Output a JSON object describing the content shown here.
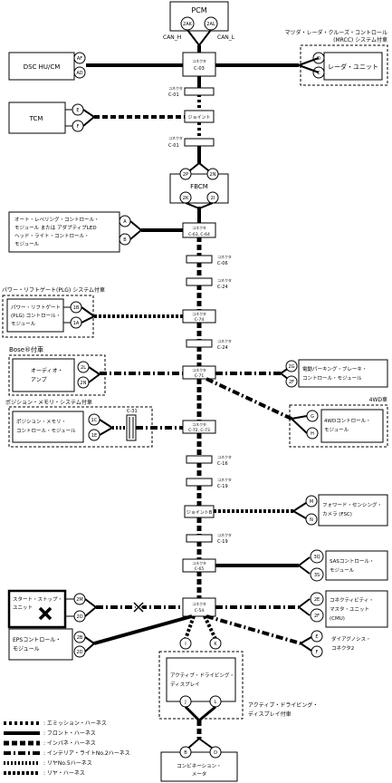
{
  "modules": {
    "pcm": "PCM",
    "dsc": "DSC HU/CM",
    "tcm": "TCM",
    "fbcm": "FBCM",
    "headlight": [
      "オート・レベリング・コントロール・",
      "モジュール または アダプティブLED",
      "ヘッド・ライト・コントロール・",
      "モジュール"
    ],
    "plg": [
      "パワー・リフトゲート",
      "(PLG) コントロール・",
      "モジュール"
    ],
    "audio": [
      "オーディオ・",
      "アンプ"
    ],
    "position": [
      "ポジション・メモリ・",
      "コントロール・モジュール"
    ],
    "start_stop": [
      "スタート・ストップ・",
      "ユニット"
    ],
    "eps": [
      "EPSコントロール・",
      "モジュール"
    ],
    "active_drive": [
      "アクティブ・ドライビング・",
      "ディスプレイ"
    ],
    "instrument": [
      "コンビネーション・",
      "メータ"
    ],
    "radar": "レーダ・ユニット",
    "epb": [
      "電動パーキング・ブレーキ・",
      "コントロール・モジュール"
    ],
    "fwd4": [
      "4WDコントロール・",
      "モジュール"
    ],
    "fsc": [
      "フォワード・センシング・",
      "カメラ (FSC)"
    ],
    "sas": [
      "SASコントロール・",
      "モジュール"
    ],
    "cmu": [
      "コネクティビティ・",
      "マスタ・ユニット",
      "(CMU)"
    ],
    "dlc": [
      "ダイアグノシス・",
      "コネクタ2"
    ]
  },
  "groups": {
    "mrcc": [
      "マツダ・レーダ・クルーズ・コントロール",
      "(MRCC) システム付車"
    ],
    "plg": "パワー・リフトゲート(PLG) システム付車",
    "bose": "Bose®付車",
    "position": "ポジション・メモリ・システム付車",
    "fwd4": "4WD車",
    "active_drive": [
      "アクティブ・ドライビング・",
      "ディスプレイ付車"
    ]
  },
  "pins": {
    "pcm": [
      "2AK",
      "2AL"
    ],
    "can_h": "CAN_H",
    "can_l": "CAN_L",
    "dsc": [
      "AF",
      "AD"
    ],
    "tcm": [
      "E",
      "F"
    ],
    "fbcm": [
      "2P",
      "2N",
      "2K",
      "2I"
    ],
    "headlight": [
      "A",
      "B"
    ],
    "plg": [
      "1B",
      "1A"
    ],
    "audio": [
      "2L",
      "2N"
    ],
    "position": [
      "1C",
      "1E"
    ],
    "start_stop": [
      "2M",
      "2O"
    ],
    "eps": [
      "2B",
      "2D"
    ],
    "active_drive": [
      "I",
      "K",
      "J",
      "L"
    ],
    "instrument": [
      "B",
      "D"
    ],
    "radar": [
      "D",
      "C"
    ],
    "epb": [
      "2G",
      "2F"
    ],
    "fwd4": [
      "G",
      "H"
    ],
    "fsc": [
      "M",
      "N"
    ],
    "sas": [
      "3Q",
      "3S"
    ],
    "cmu": [
      "2E",
      "2F"
    ],
    "dlc": [
      "E",
      "F"
    ]
  },
  "connectors": {
    "c03": [
      "コネクタ",
      "C-03"
    ],
    "c01a": [
      "コネクタ",
      "C-01"
    ],
    "jb_a": "ジョイント",
    "c01b": [
      "コネクタ",
      "C-01"
    ],
    "c63": [
      "コネクタ",
      "C-63, C-64"
    ],
    "c06": [
      "コネクタ",
      "C-06"
    ],
    "c24a": [
      "コネクタ",
      "C-24"
    ],
    "c74": [
      "コネクタ",
      "C-74"
    ],
    "c24b": [
      "コネクタ",
      "C-24"
    ],
    "c71": [
      "コネクタ",
      "C-71"
    ],
    "c72": [
      "コネクタ",
      "C-72, C-73"
    ],
    "c31": "C-31",
    "c16": [
      "コネクタ",
      "C-16"
    ],
    "c19a": [
      "コネクタ",
      "C-19"
    ],
    "jb_b": "ジョイントB",
    "c19b": [
      "コネクタ",
      "C-19"
    ],
    "c65": [
      "コネクタ",
      "C-65"
    ],
    "c54": [
      "コネクタ",
      "C-54"
    ]
  },
  "legend": [
    ": エミッション・ハーネス",
    ": フロント・ハーネス",
    ": インパネ・ハーネス",
    ": インテリア・ライトNo.2ハーネス",
    ": リヤNo.5ハーネス",
    ": リヤ・ハーネス"
  ]
}
